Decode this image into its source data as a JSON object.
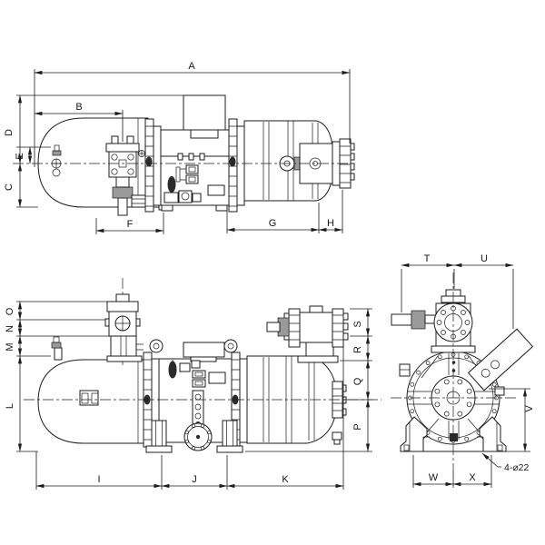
{
  "colors": {
    "background": "#ffffff",
    "line": "#1c1c1c"
  },
  "views": {
    "side_elevation": {
      "dims": {
        "A": "A",
        "B": "B",
        "C": "C",
        "D": "D",
        "E": "E",
        "F": "F",
        "G": "G",
        "H": "H"
      }
    },
    "front_elevation": {
      "dims": {
        "I": "I",
        "J": "J",
        "K": "K",
        "L": "L",
        "M": "M",
        "N": "N",
        "O": "O",
        "P": "P",
        "Q": "Q",
        "R": "R",
        "S": "S"
      }
    },
    "end_elevation": {
      "dims": {
        "T": "T",
        "U": "U",
        "V": "V",
        "W": "W",
        "X": "X"
      },
      "hole_note": "4-⌀22"
    }
  }
}
